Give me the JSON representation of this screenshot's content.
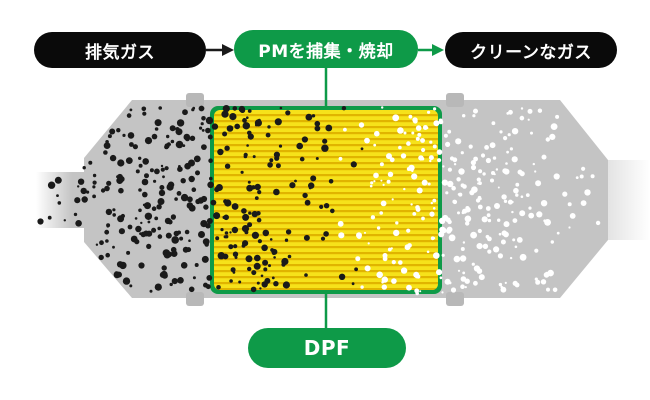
{
  "labels": {
    "exhaust_gas": "排気ガス",
    "pm_capture": "PMを捕集・焼却",
    "clean_gas": "クリーンなガス",
    "dpf": "DPF"
  },
  "colors": {
    "green": "#0e9a48",
    "black_label": "#0a0a0a",
    "filter_yellow": "#f6e21a",
    "filter_stripe": "#e0b400",
    "housing_gray": "#c4c4c4",
    "particle_dark": "#1a1a1a",
    "particle_light": "#ffffff"
  },
  "icons": {
    "flow_arrow_1": "arrow-right-icon",
    "flow_arrow_2": "arrow-right-icon"
  }
}
